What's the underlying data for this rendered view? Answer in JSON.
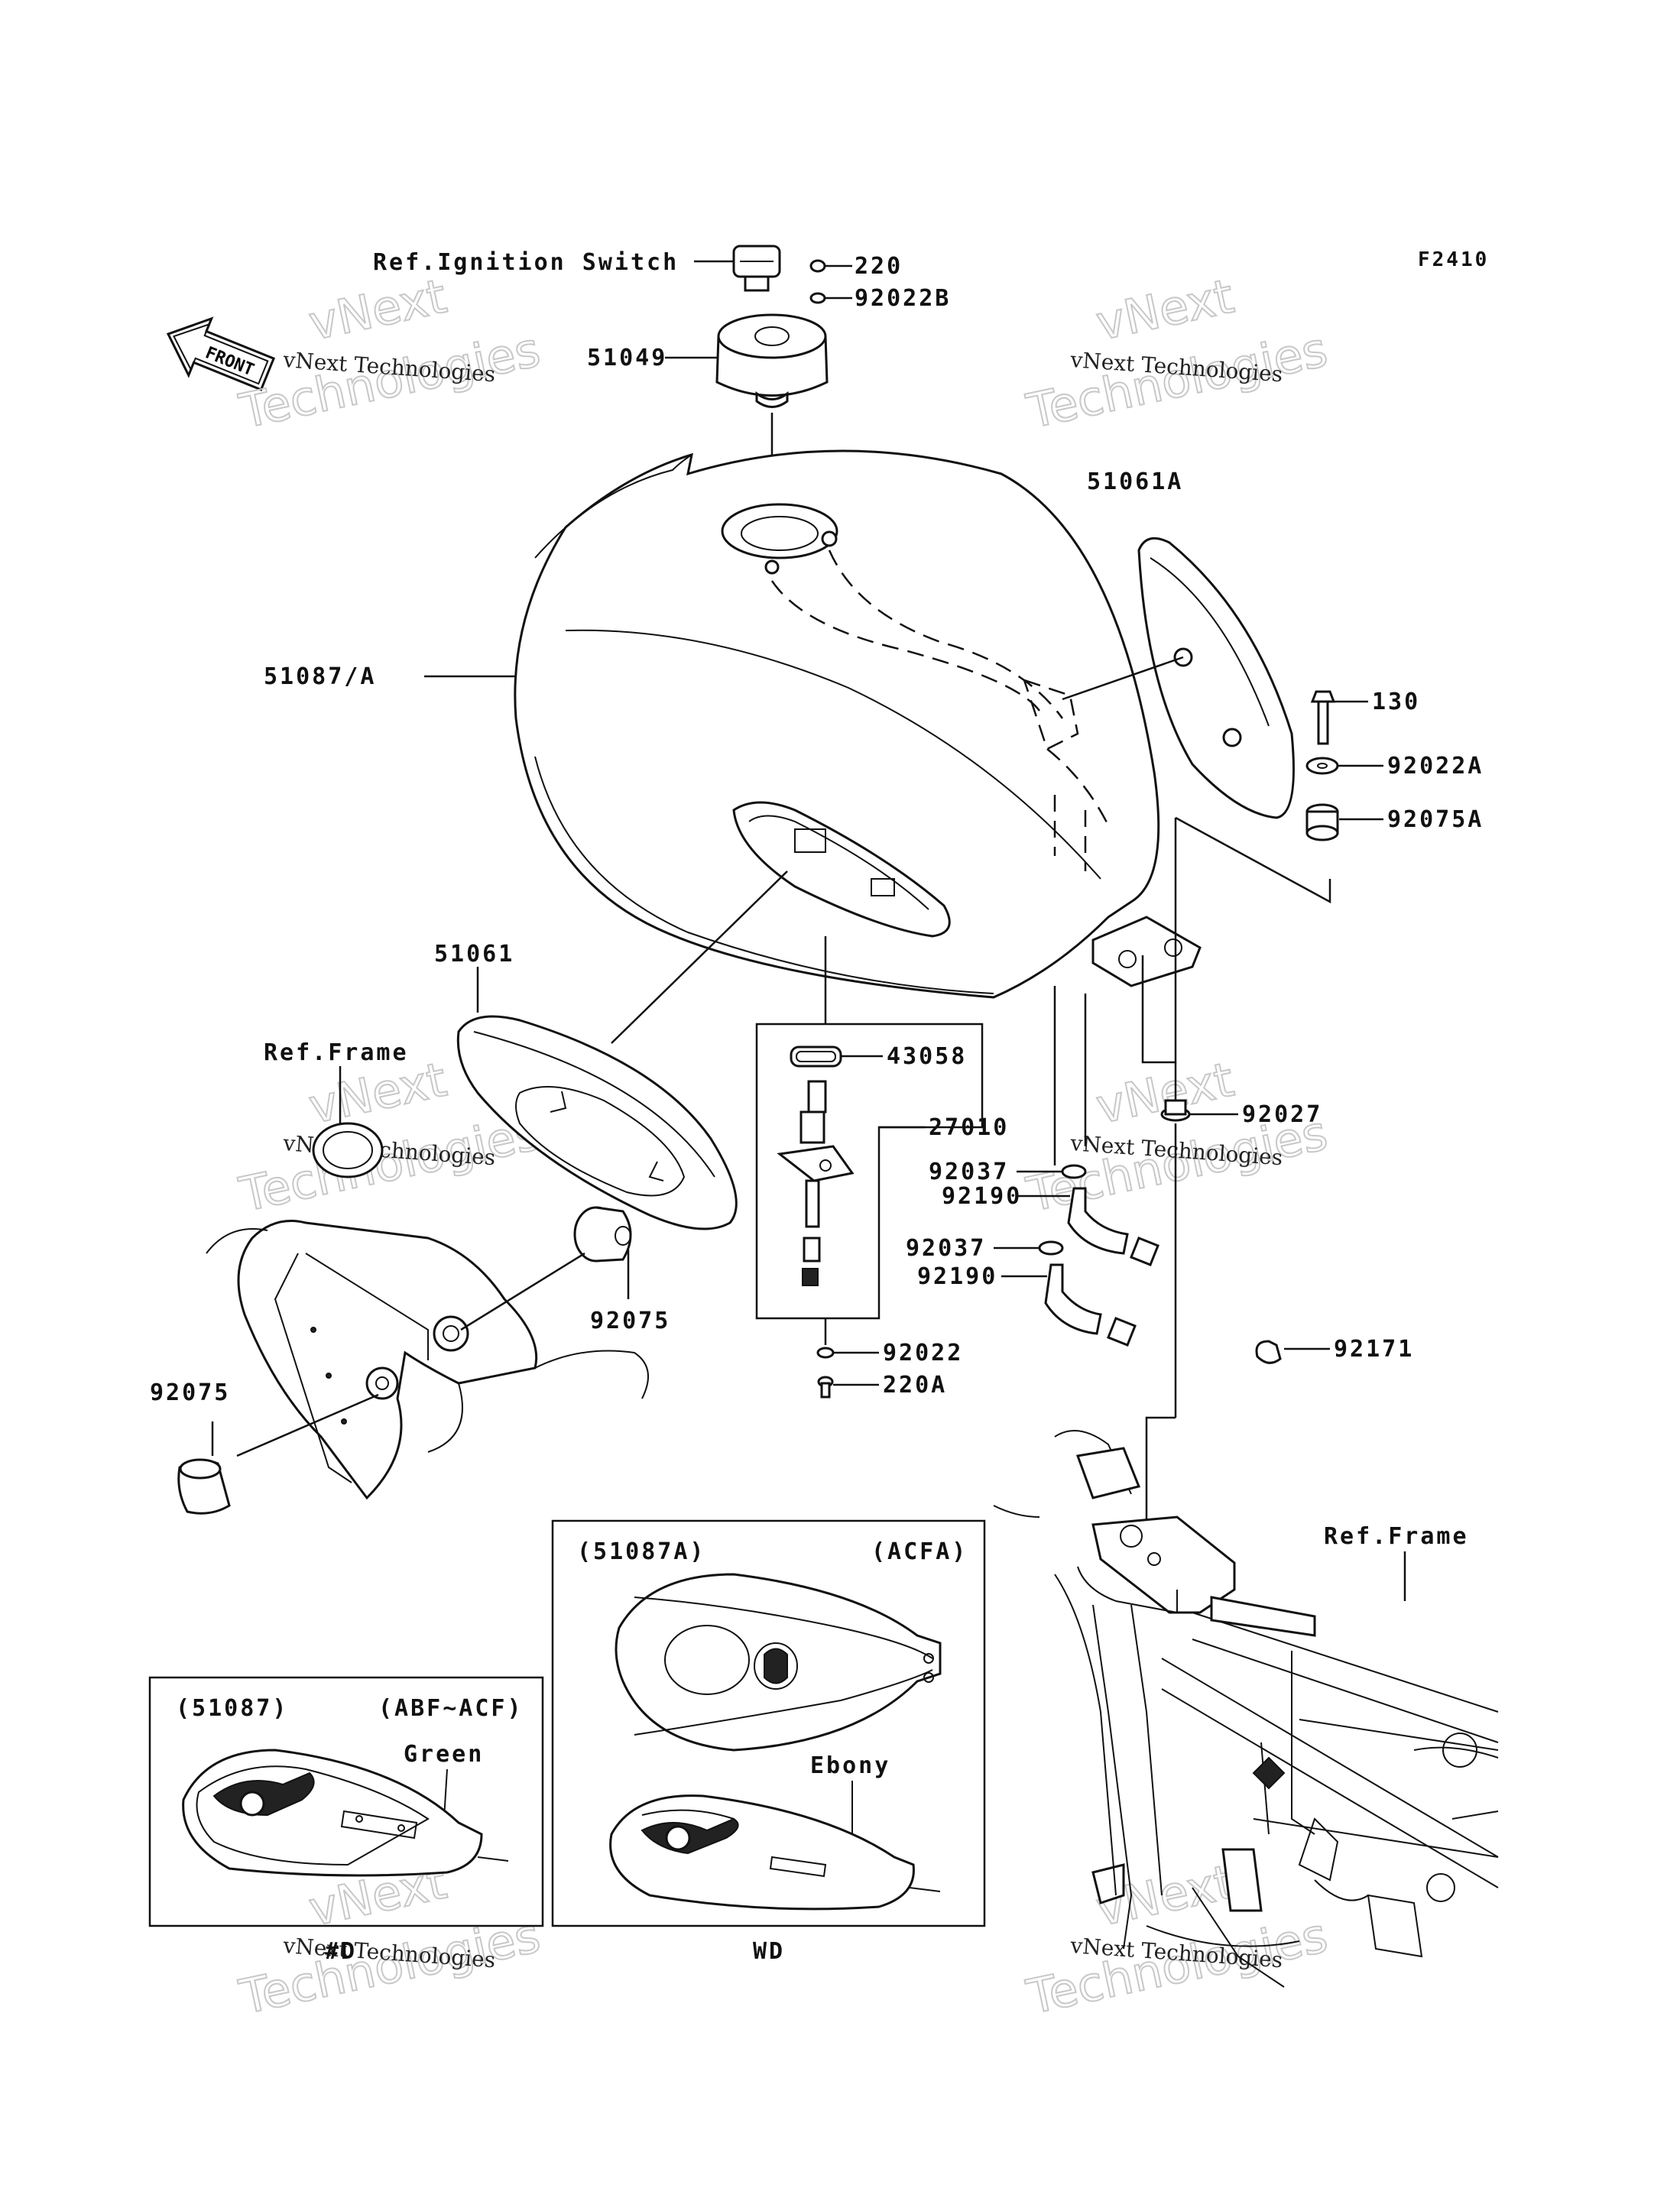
{
  "diagram_code": "F2410",
  "front_label": "FRONT",
  "watermark": {
    "line1": "vNext",
    "line2": "Technologies",
    "caption": "vNext Technologies"
  },
  "labels": {
    "ignition": "Ref.Ignition Switch",
    "p220": "220",
    "p92022B": "92022B",
    "p51049": "51049",
    "p51061A": "51061A",
    "p51087A": "51087/A",
    "p130": "130",
    "p92022A": "92022A",
    "p92075A": "92075A",
    "p51061": "51061",
    "refFrameLeft": "Ref.Frame",
    "p43058": "43058",
    "p27010": "27010",
    "p92027": "92027",
    "p92037a": "92037",
    "p92190a": "92190",
    "p92037b": "92037",
    "p92190b": "92190",
    "p92075right": "92075",
    "p92075left": "92075",
    "p92022": "92022",
    "p220A": "220A",
    "p92171": "92171",
    "refFrameRight": "Ref.Frame"
  },
  "inset_right": {
    "part": "(51087A)",
    "code": "(ACFA)",
    "color": "Ebony",
    "footer": "WD"
  },
  "inset_left": {
    "part": "(51087)",
    "code": "(ABF~ACF)",
    "color": "Green",
    "footer": "#D"
  }
}
